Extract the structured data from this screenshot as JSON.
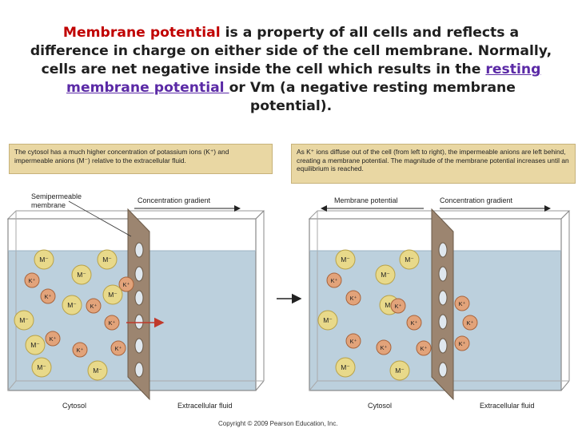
{
  "heading": {
    "term1": "Membrane potential",
    "text1": " is a property of all cells and reflects a difference in charge on either side of the cell membrane. Normally, cells are net negative inside the cell which results in the ",
    "term2": "resting membrane potential ",
    "text2": "or Vm (a negative resting membrane potential)."
  },
  "left_panel": {
    "caption": "The cytosol has a much higher concentration of potassium ions (K⁺) and impermeable anions (M⁻) relative to the extracellular fluid.",
    "membrane_label": "Semipermeable membrane",
    "gradient_label": "Concentration gradient",
    "cytosol_label": "Cytosol",
    "extracellular_label": "Extracellular fluid"
  },
  "right_panel": {
    "caption": "As K⁺ ions diffuse out of the cell (from left to right), the impermeable anions are left behind, creating a membrane potential. The magnitude of the membrane potential increases until an equilibrium is reached.",
    "potential_label": "Membrane potential",
    "gradient_label": "Concentration gradient",
    "cytosol_label": "Cytosol",
    "extracellular_label": "Extracellular fluid"
  },
  "ions": {
    "anion": "M⁻",
    "cation": "K⁺"
  },
  "colors": {
    "highlight_red": "#c00000",
    "link_purple": "#5b2aa6",
    "caption_bg": "#e9d7a3",
    "anion_fill": "#e8d98a",
    "cation_fill": "#e2a37a",
    "water": "#bcd0dd",
    "membrane": "#9c8570"
  },
  "copyright": "Copyright © 2009 Pearson Education, Inc."
}
